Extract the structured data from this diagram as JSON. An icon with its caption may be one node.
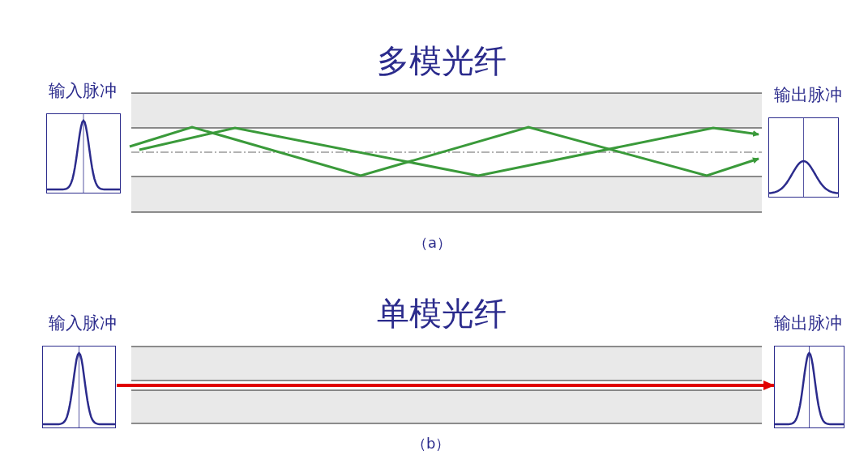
{
  "diagram": {
    "nodes": [
      {
        "text": [
          "输入脉冲"
        ]
      },
      {
        "text": [
          "输出脉冲"
        ]
      },
      {
        "text": [
          "输入脉冲"
        ]
      },
      {
        "text": [
          "输出脉冲"
        ]
      }
    ],
    "edges": [
      {
        "from": 2,
        "to": 3,
        "arrow": "to"
      }
    ],
    "labels": [
      "多模光纤",
      "（a）",
      "单模光纤",
      "（b）"
    ]
  }
}
